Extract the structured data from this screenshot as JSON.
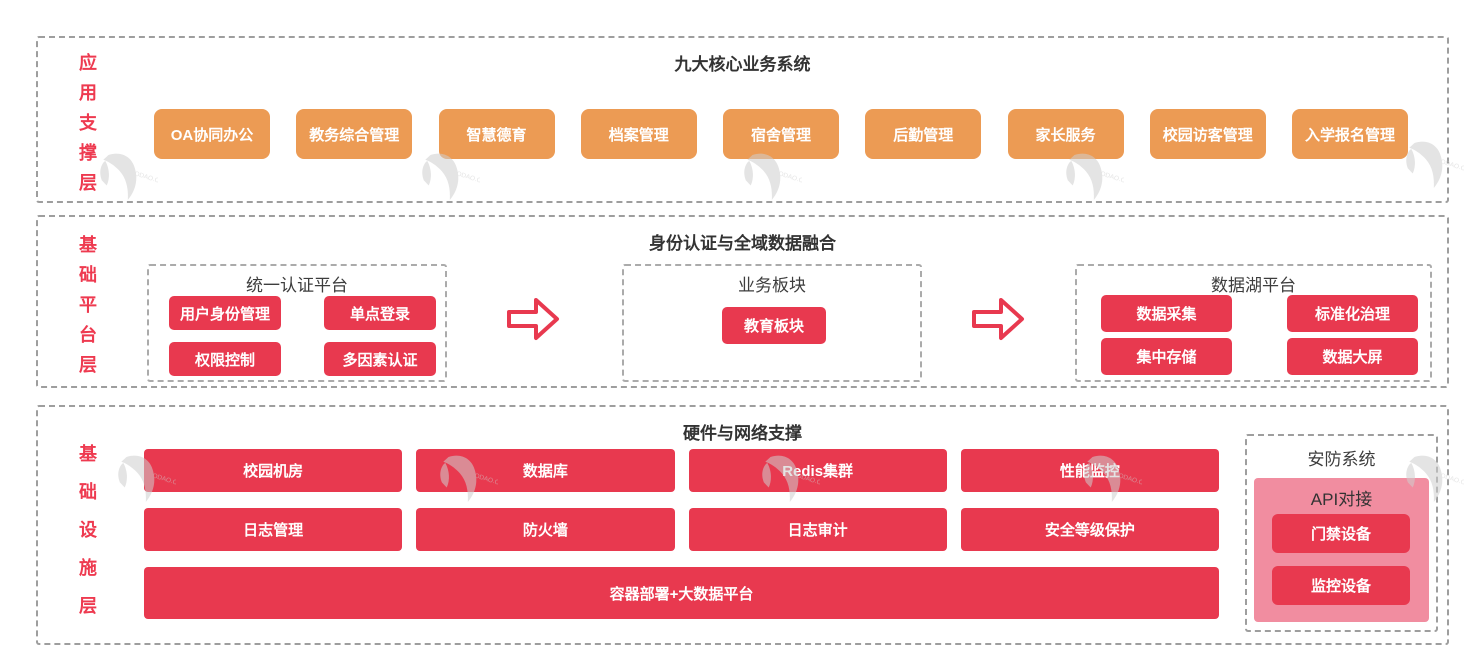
{
  "colors": {
    "red": "#e8394f",
    "orange": "#ec9b54",
    "pink": "#f18da0",
    "label_red": "#ee3a50",
    "border_grey": "#9e9e9e",
    "title_dark": "#333333"
  },
  "watermark": {
    "text": "MODAO.CC"
  },
  "layers": {
    "app": {
      "label": "应用支撑层",
      "title": "九大核心业务系统",
      "systems": [
        "OA协同办公",
        "教务综合管理",
        "智慧德育",
        "档案管理",
        "宿舍管理",
        "后勤管理",
        "家长服务",
        "校园访客管理",
        "入学报名管理"
      ]
    },
    "platform": {
      "label": "基础平台层",
      "title": "身份认证与全域数据融合",
      "auth": {
        "title": "统一认证平台",
        "items": [
          "用户身份管理",
          "单点登录",
          "权限控制",
          "多因素认证"
        ]
      },
      "business": {
        "title": "业务板块",
        "items": [
          "教育板块"
        ]
      },
      "lake": {
        "title": "数据湖平台",
        "items": [
          "数据采集",
          "标准化治理",
          "集中存储",
          "数据大屏"
        ]
      }
    },
    "infra": {
      "label": "基础设施层",
      "title": "硬件与网络支撑",
      "row1": [
        "校园机房",
        "数据库",
        "Redis集群",
        "性能监控"
      ],
      "row2": [
        "日志管理",
        "防火墙",
        "日志审计",
        "安全等级保护"
      ],
      "wide": "容器部署+大数据平台",
      "security": {
        "title": "安防系统",
        "api_title": "API对接",
        "items": [
          "门禁设备",
          "监控设备"
        ]
      }
    }
  }
}
